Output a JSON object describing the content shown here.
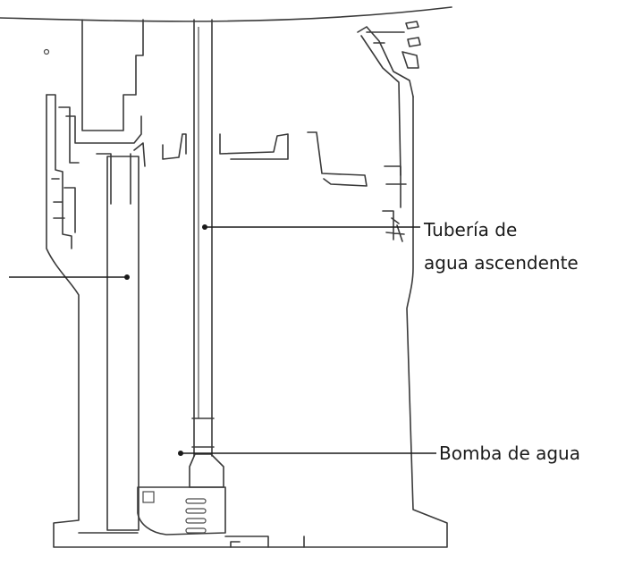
{
  "labels": {
    "riser_pipe_line1": "Tubería de",
    "riser_pipe_line2": "agua ascendente",
    "water_pump": "Bomba de agua"
  },
  "colors": {
    "line": "#3a3a3a",
    "leader": "#1a1a1a",
    "background": "#ffffff"
  }
}
